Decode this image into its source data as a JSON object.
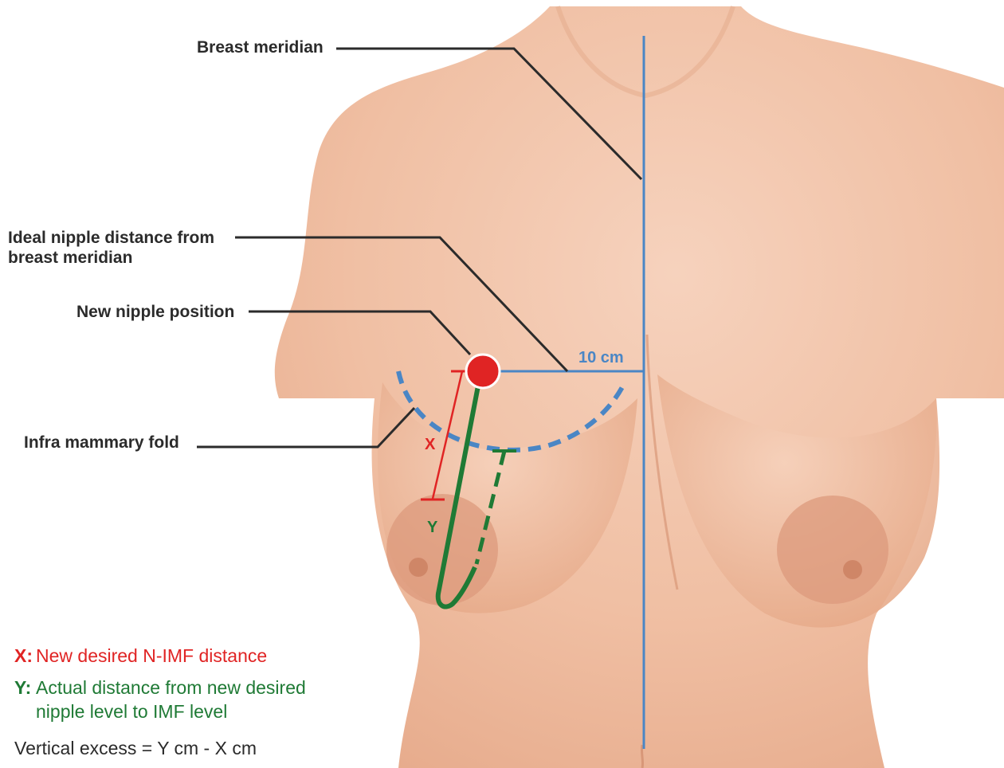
{
  "callouts": {
    "breast_meridian": "Breast meridian",
    "ideal_distance_line1": "Ideal nipple distance from",
    "ideal_distance_line2": "breast meridian",
    "new_nipple_position": "New nipple position",
    "infra_mammary_fold": "Infra mammary fold"
  },
  "measurements": {
    "meridian_distance": "10 cm",
    "x_label": "X",
    "y_label": "Y"
  },
  "legend": {
    "x_key": "X:",
    "x_text": "New desired N-IMF distance",
    "y_key": "Y:",
    "y_text_line1": "Actual distance from new desired",
    "y_text_line2": "nipple level to IMF level",
    "formula": "Vertical excess = Y cm - X cm"
  },
  "colors": {
    "meridian_blue": "#4a86c5",
    "x_red": "#e02424",
    "y_green": "#1f7a35",
    "leader_black": "#2b2b2b",
    "skin": "#f1c3a8"
  }
}
